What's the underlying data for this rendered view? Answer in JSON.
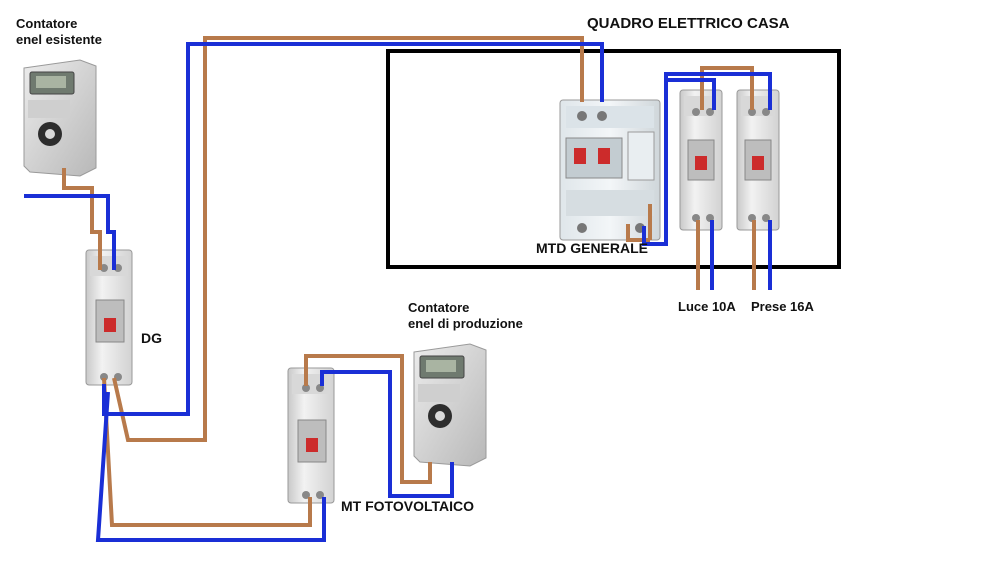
{
  "labels": {
    "existing_meter_line1": "Contatore",
    "existing_meter_line2": "enel esistente",
    "panel_title": "QUADRO ELETTRICO CASA",
    "mtd": "MTD GENERALE",
    "dg": "DG",
    "production_meter_line1": "Contatore",
    "production_meter_line2": "enel di produzione",
    "mt_pv": "MT FOTOVOLTAICO",
    "luce": "Luce 10A",
    "prese": "Prese 16A"
  },
  "colors": {
    "live_wire": "#b87a4b",
    "neutral_wire": "#1a2fd6",
    "panel_border": "#000000",
    "device_body": "#e6e6e6",
    "meter_body": "#d4d4d4",
    "lever_red": "#cc2b2b"
  }
}
